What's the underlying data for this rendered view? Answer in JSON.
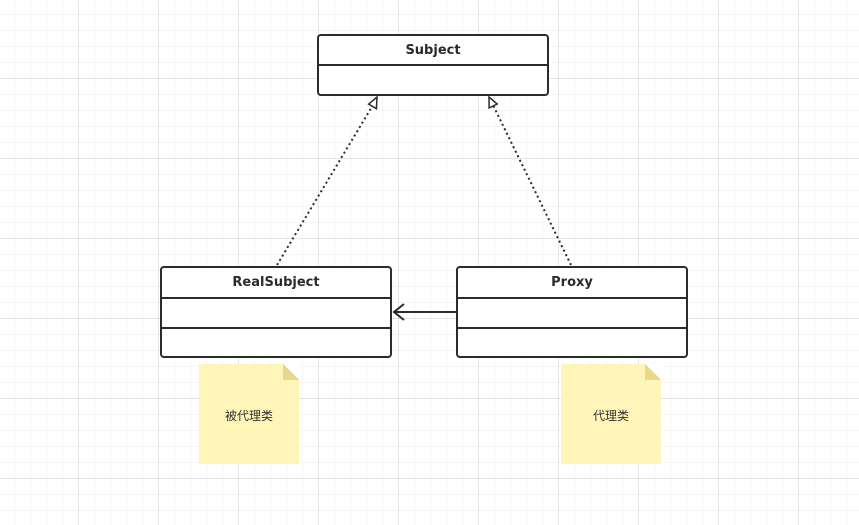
{
  "diagram": {
    "classes": {
      "subject": {
        "name": "Subject"
      },
      "real_subject": {
        "name": "RealSubject"
      },
      "proxy": {
        "name": "Proxy"
      }
    },
    "notes": {
      "real_subject_note": "被代理类",
      "proxy_note": "代理类"
    },
    "relations": [
      {
        "from": "RealSubject",
        "to": "Subject",
        "type": "realization"
      },
      {
        "from": "Proxy",
        "to": "Subject",
        "type": "realization"
      },
      {
        "from": "Proxy",
        "to": "RealSubject",
        "type": "association"
      }
    ],
    "colors": {
      "stroke": "#2b2b2b",
      "note_fill": "#fff5b8",
      "note_fold": "#e8d88a",
      "grid": "#e6e6e6"
    }
  }
}
